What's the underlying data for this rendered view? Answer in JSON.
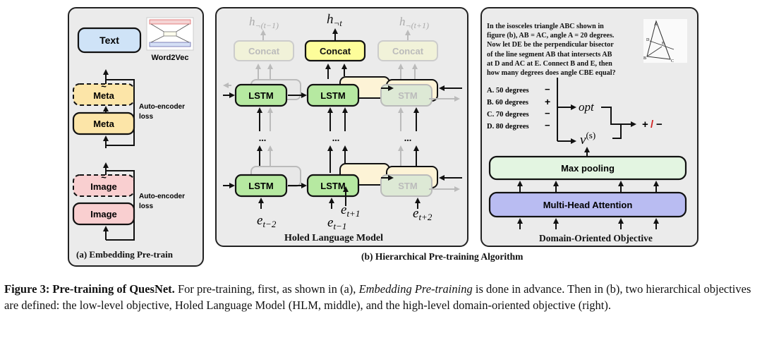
{
  "panel_a": {
    "text_box": "Text",
    "word2vec_label": "Word2Vec",
    "meta_tilde": "Meta",
    "meta": "Meta",
    "image_tilde": "Image",
    "image": "Image",
    "ae_loss_1_line1": "Auto-encoder",
    "ae_loss_1_line2": "loss",
    "ae_loss_2_line1": "Auto-encoder",
    "ae_loss_2_line2": "loss",
    "tilde": "~",
    "caption": "(a) Embedding Pre-train"
  },
  "panel_hlm": {
    "h_prev": "h",
    "h_prev_sub": "¬(t−1)",
    "h_cur": "h",
    "h_cur_sub": "¬t",
    "h_next": "h",
    "h_next_sub": "¬(t+1)",
    "concat_left": "Concat",
    "concat_mid": "Concat",
    "concat_right": "Concat",
    "lstm_top_left": "LSTM",
    "lstm_top_mid": "LSTM",
    "lstm_top_right": "STM",
    "lstm_bot_left": "LSTM",
    "lstm_bot_mid": "LSTM",
    "lstm_bot_right": "STM",
    "dots": "...",
    "e_tm2": "e",
    "e_tm2_sub": "t−2",
    "e_tp1": "e",
    "e_tp1_sub": "t+1",
    "e_tm1": "e",
    "e_tm1_sub": "t−1",
    "e_tp2": "e",
    "e_tp2_sub": "t+2",
    "caption": "Holed Language Model"
  },
  "panel_doo": {
    "question_lines": [
      "In the isosceles triangle ABC shown in",
      "figure (b), AB = AC, angle A = 20 degrees.",
      "Now let DE be the perpendicular bisector",
      "of the line segment AB that intersects AB",
      "at D and AC at E. Connect B and E, then",
      "how many degrees does angle CBE equal?"
    ],
    "options": [
      {
        "label": "A. 50 degrees",
        "sign": "−"
      },
      {
        "label": "B. 60 degrees",
        "sign": "+"
      },
      {
        "label": "C. 70 degrees",
        "sign": "−"
      },
      {
        "label": "D. 80 degrees",
        "sign": "−"
      }
    ],
    "opt_label": "opt",
    "v_label": "v",
    "v_sup": "(s)",
    "result_plus": "+",
    "result_slash": "/",
    "result_minus": "−",
    "max_pooling": "Max pooling",
    "mha": "Multi-Head Attention",
    "caption": "Domain-Oriented Objective",
    "fig_labels": {
      "A": "A",
      "B": "B",
      "C": "C",
      "D": "D",
      "E": "E"
    }
  },
  "panel_b_caption": "(b) Hierarchical Pre-training Algorithm",
  "figure_caption": {
    "label": "Figure 3: Pre-training of QuesNet.",
    "part1": " For pre-training, first, as shown in (a), ",
    "italic": "Embedding Pre-training",
    "part2": " is done in advance. Then in (b), two hierarchical objectives are defined: the low-level objective, Holed Language Model (HLM, middle), and the high-level domain-oriented objective (right)."
  },
  "colors": {
    "text_box": "#cfe3f7",
    "meta_box": "#fce5a8",
    "image_box": "#f9cfd0",
    "lstm_box": "#b6e9a1",
    "concat_box": "#fdfd9a",
    "maxpool_box": "#e3f5e1",
    "mha_box": "#b9bcf2",
    "panel_bg": "#ebebeb",
    "red_slash": "#d02020"
  }
}
